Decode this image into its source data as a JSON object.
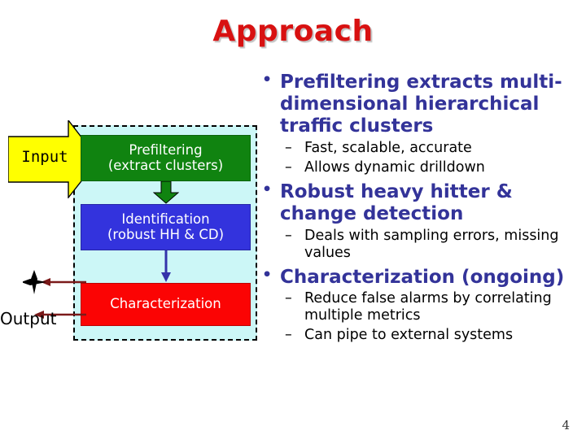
{
  "slide": {
    "title": "Approach",
    "page_number": "4",
    "title_color": "#d81111"
  },
  "diagram": {
    "container_name": "pipeline-container",
    "container_fill": "#ccf7f7",
    "container_border": "dashed black",
    "input": {
      "label": "Input",
      "shape": "right-block-arrow",
      "fill": "#ffff00"
    },
    "output": {
      "label": "Output",
      "arrow_color": "#7b1a1a",
      "star_icon": "four-point-star"
    },
    "stages": [
      {
        "id": "prefiltering",
        "line1": "Prefiltering",
        "line2": "(extract clusters)",
        "fill": "#108310",
        "text_color": "#ffffff"
      },
      {
        "id": "identification",
        "line1": "Identification",
        "line2": "(robust HH & CD)",
        "fill": "#3333dd",
        "text_color": "#ffffff"
      },
      {
        "id": "characterization",
        "line1": "Characterization",
        "line2": "",
        "fill": "#fb0404",
        "text_color": "#ffffff"
      }
    ],
    "connectors": [
      {
        "id": "green-arrow",
        "from": "prefiltering",
        "to": "identification",
        "color": "#108310"
      },
      {
        "id": "blue-arrow",
        "from": "identification",
        "to": "characterization",
        "color": "#3333aa"
      }
    ]
  },
  "bullets": [
    {
      "text": "Prefiltering extracts multi-dimensional hierarchical traffic clusters",
      "color": "#333399",
      "sub": [
        "Fast, scalable, accurate",
        "Allows dynamic drilldown"
      ]
    },
    {
      "text": "Robust heavy hitter & change detection",
      "color": "#333399",
      "sub": [
        "Deals with sampling errors, missing values"
      ]
    },
    {
      "text": "Characterization (ongoing)",
      "color": "#333399",
      "sub": [
        "Reduce false alarms by correlating multiple metrics",
        "Can pipe to external systems"
      ]
    }
  ]
}
